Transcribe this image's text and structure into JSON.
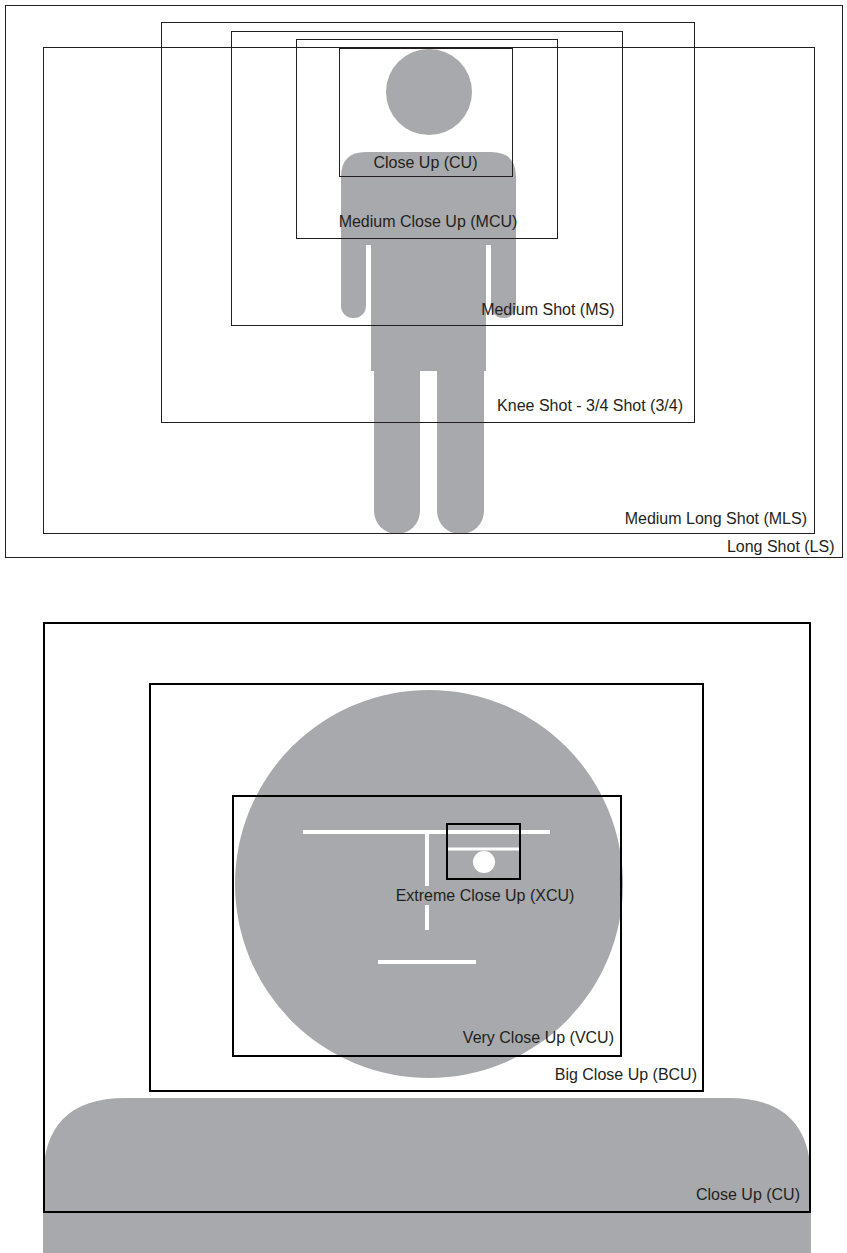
{
  "diagram": {
    "nodes": [
      {
        "text": [
          "Long Shot (LS)"
        ]
      },
      {
        "text": [
          "Medium Long Shot (MLS)"
        ],
        "in": 0
      },
      {
        "text": [
          "Knee Shot - 3/4 Shot (3/4)"
        ],
        "in": 0
      },
      {
        "text": [
          "Medium Shot (MS)"
        ],
        "in": 2
      },
      {
        "text": [
          "Medium Close Up (MCU)"
        ],
        "in": 3
      },
      {
        "text": [
          "Close Up (CU)"
        ],
        "in": 4
      },
      {
        "text": [
          "Close Up (CU)"
        ]
      },
      {
        "text": [
          "Big Close Up (BCU)"
        ],
        "in": 6
      },
      {
        "text": [
          "Very Close Up (VCU)"
        ],
        "in": 7
      },
      {
        "text": [
          "Extreme Close Up (XCU)"
        ],
        "in": 8
      }
    ]
  }
}
